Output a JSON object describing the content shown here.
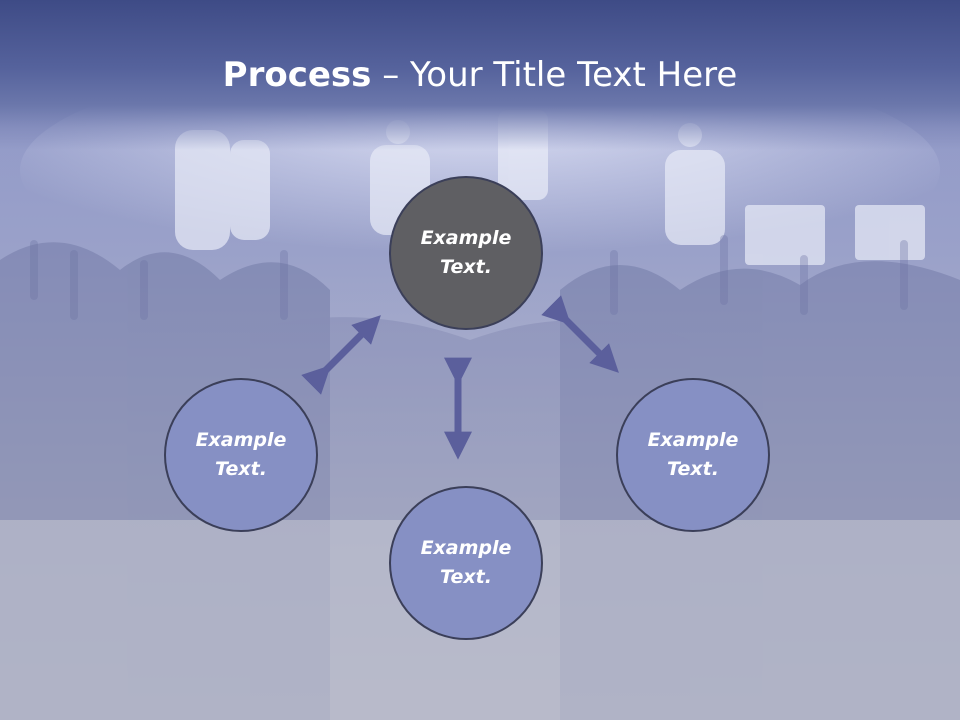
{
  "title": {
    "bold": "Process",
    "separator": " – ",
    "rest": "Your Title Text Here"
  },
  "nodes": {
    "top": "Example Text.",
    "left": "Example Text.",
    "bottom": "Example Text.",
    "right": "Example Text."
  },
  "colors": {
    "title_band": "#3e4b86",
    "node_fill": "#8690c4",
    "center_fill": "#5f5f63",
    "arrow": "#5b5f9c"
  }
}
